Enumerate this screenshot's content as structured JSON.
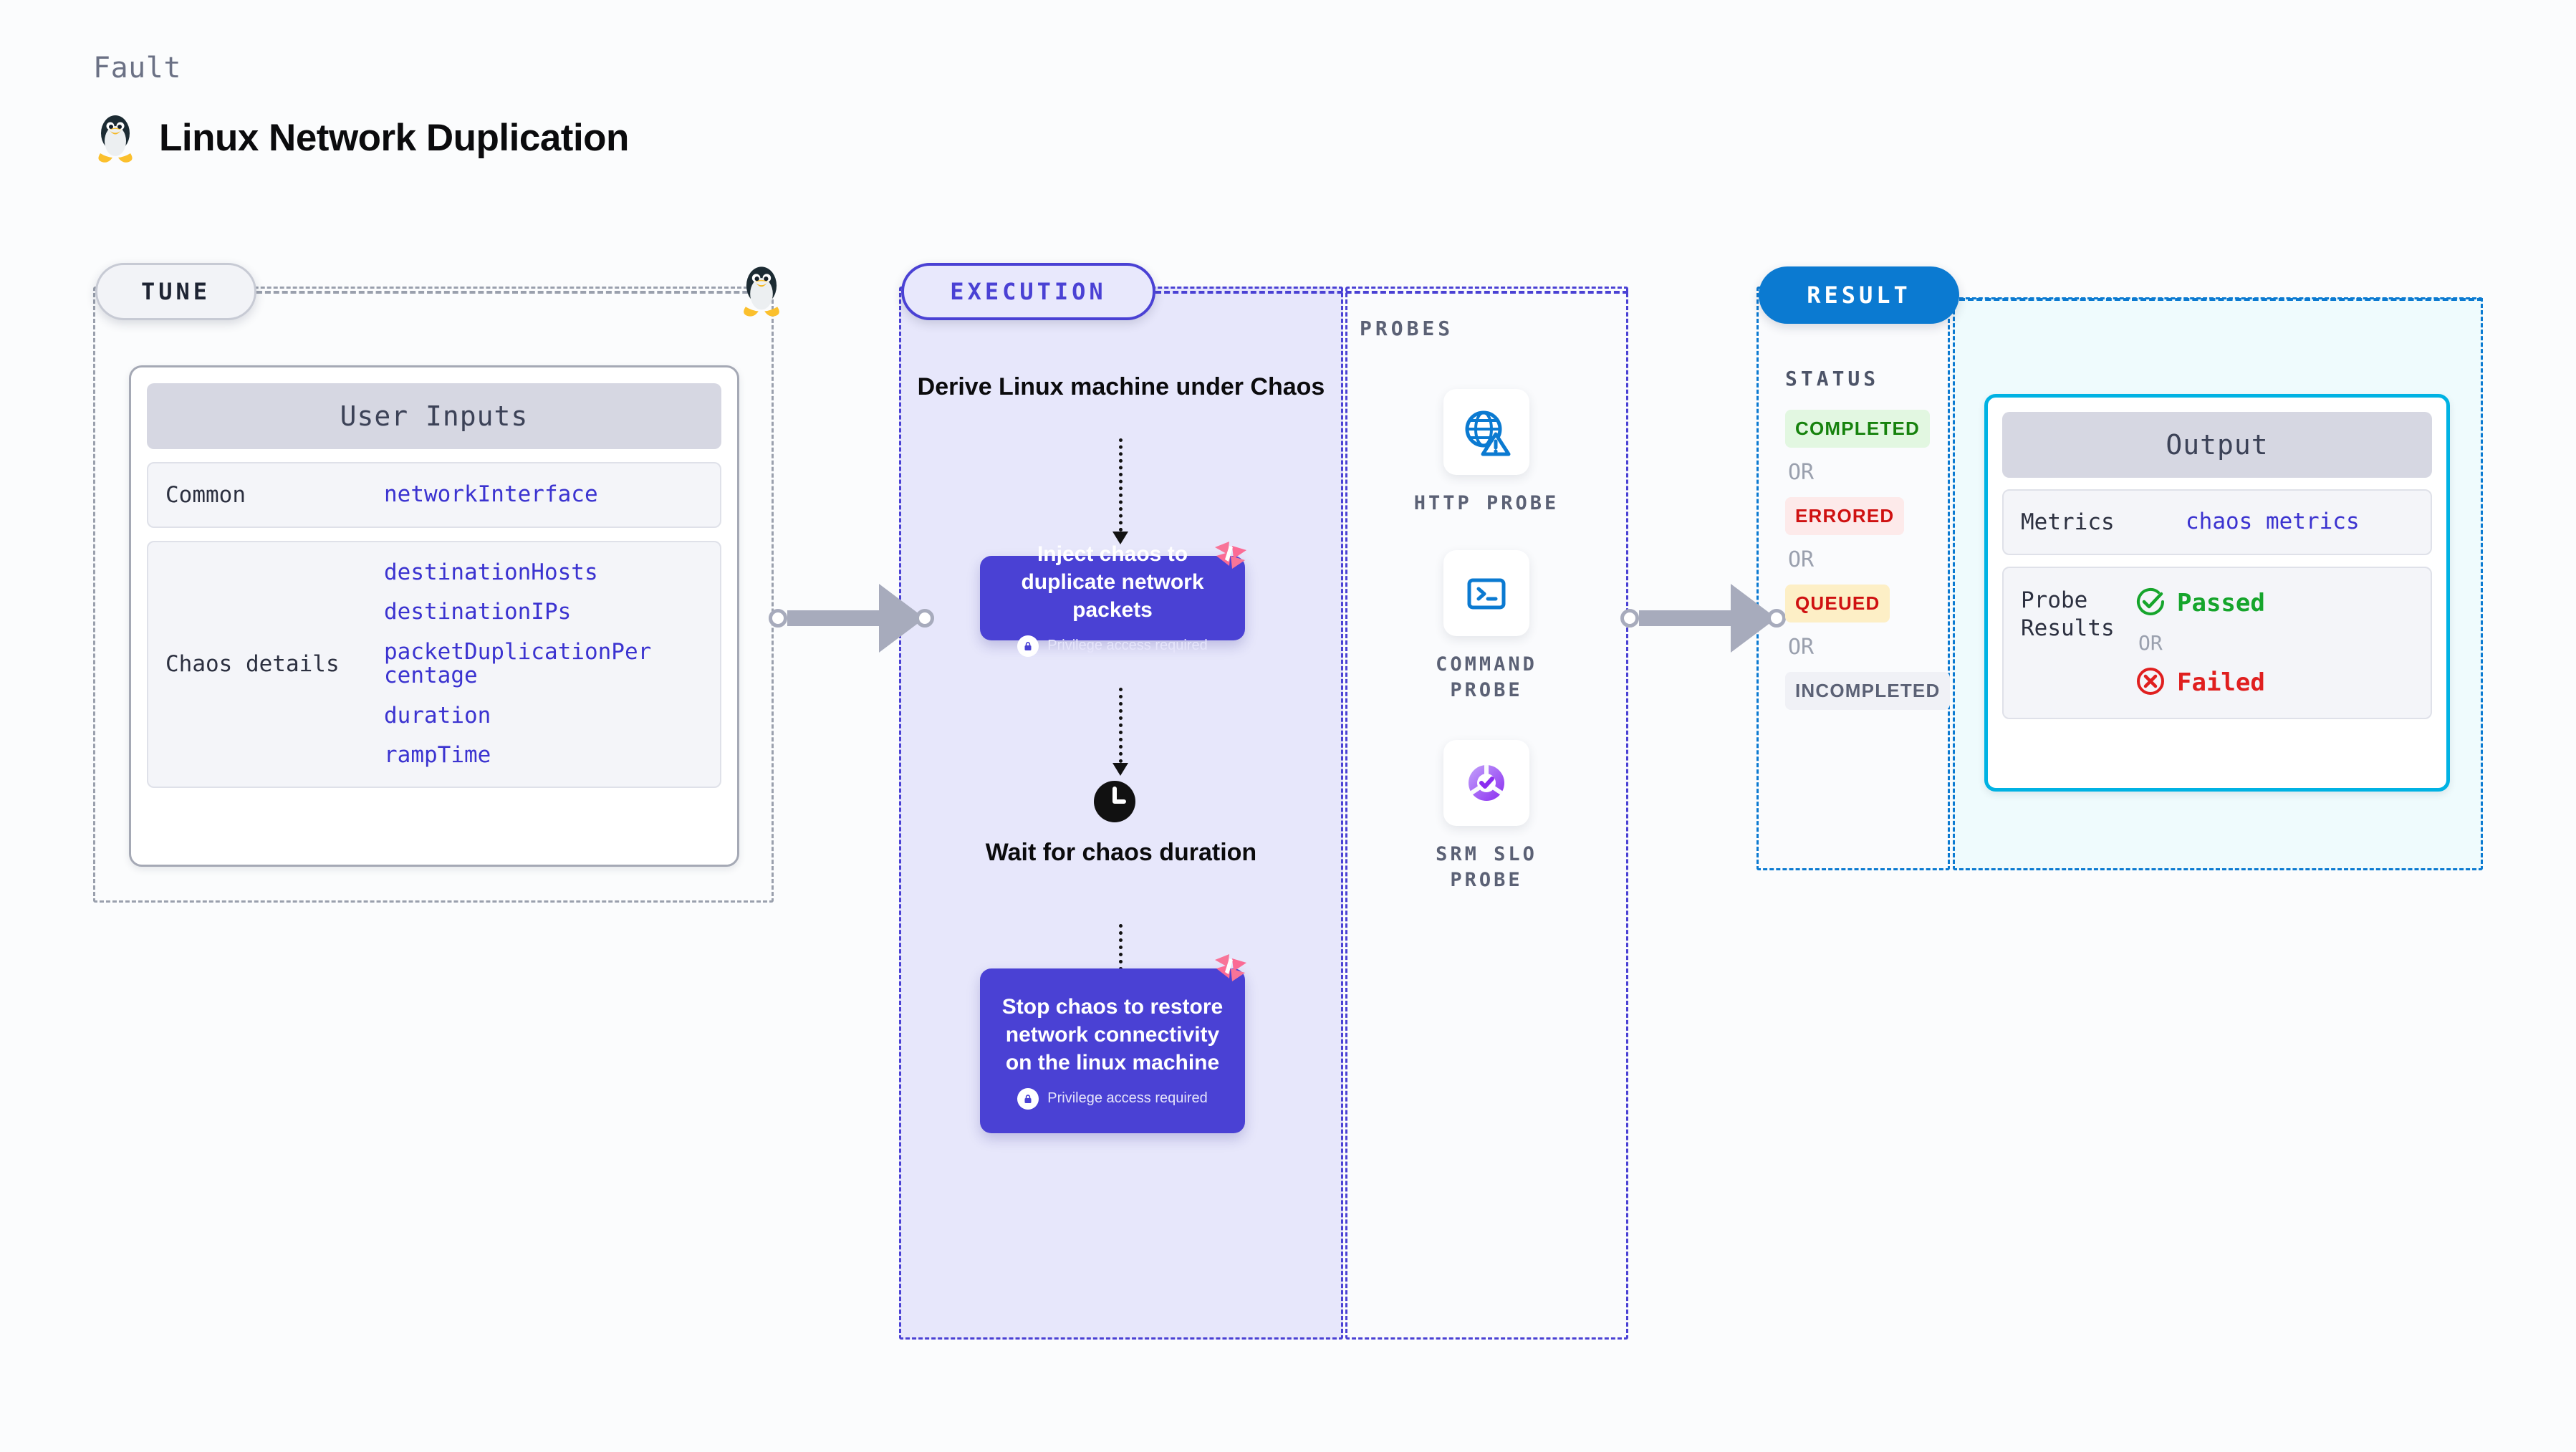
{
  "header": {
    "kicker": "Fault",
    "title": "Linux Network Duplication",
    "icon": "linux-penguin-icon"
  },
  "stages": {
    "tune": {
      "pill_label": "TUNE",
      "accent": "#9aa0ad",
      "badge_icon": "linux-penguin-icon",
      "card": {
        "title": "User Inputs",
        "rows": [
          {
            "key": "Common",
            "values": [
              "networkInterface"
            ]
          },
          {
            "key": "Chaos details",
            "values": [
              "destinationHosts",
              "destinationIPs",
              "packetDuplicationPercentage",
              "duration",
              "rampTime"
            ]
          }
        ]
      }
    },
    "execution": {
      "pill_label": "EXECUTION",
      "accent": "#4a41d4",
      "steps": [
        {
          "type": "text",
          "label": "Derive Linux machine under Chaos"
        },
        {
          "type": "chaos",
          "label": "Inject chaos to duplicate network packets",
          "privilege": "Privilege access required",
          "badge": "harness-logo-icon"
        },
        {
          "type": "wait",
          "icon": "clock-icon",
          "label": "Wait for chaos duration"
        },
        {
          "type": "chaos",
          "label": "Stop chaos to restore network connectivity on the linux machine",
          "privilege": "Privilege access required",
          "badge": "harness-logo-icon"
        }
      ]
    },
    "probes": {
      "section_label": "PROBES",
      "accent": "#4a41d4",
      "items": [
        {
          "name": "HTTP PROBE",
          "icon": "globe-warning-icon"
        },
        {
          "name": "COMMAND PROBE",
          "icon": "terminal-icon"
        },
        {
          "name": "SRM SLO PROBE",
          "icon": "slo-donut-check-icon"
        }
      ]
    },
    "result": {
      "pill_label": "RESULT",
      "accent": "#0b7ad1",
      "status_label": "STATUS",
      "or_label": "OR",
      "statuses": [
        {
          "label": "COMPLETED",
          "bg": "#e2f7e1",
          "fg": "#16820d"
        },
        {
          "label": "ERRORED",
          "bg": "#fdeaea",
          "fg": "#cf1111"
        },
        {
          "label": "QUEUED",
          "bg": "#fdefc6",
          "fg": "#cf1111"
        },
        {
          "label": "INCOMPLETED",
          "bg": "#f0f1f6",
          "fg": "#5b6175"
        }
      ]
    },
    "output": {
      "accent": "#00b2e3",
      "card_title": "Output",
      "metrics_key": "Metrics",
      "metrics_value": "chaos metrics",
      "probe_results_key": "Probe Results",
      "or_label": "OR",
      "passed_label": "Passed",
      "failed_label": "Failed",
      "passed_icon": "check-circle-icon",
      "failed_icon": "x-circle-icon"
    }
  }
}
